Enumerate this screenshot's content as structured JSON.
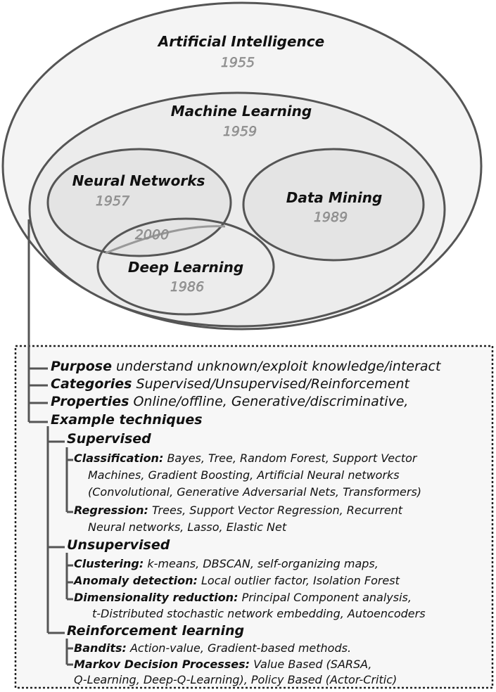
{
  "diagram": {
    "ellipses": [
      {
        "key": "ai",
        "label": "Artificial Intelligence",
        "year": "1955"
      },
      {
        "key": "ml",
        "label": "Machine Learning",
        "year": "1959"
      },
      {
        "key": "nn",
        "label": "Neural Networks",
        "year": "1957"
      },
      {
        "key": "dm",
        "label": "Data Mining",
        "year": "1989"
      },
      {
        "key": "dl",
        "label": "Deep Learning",
        "year": "1986"
      }
    ],
    "overlap_year": "2000"
  },
  "outline": {
    "purpose": {
      "label": "Purpose",
      "text": "understand unknown/exploit knowledge/interact"
    },
    "categories": {
      "label": "Categories",
      "text": "Supervised/Unsupervised/Reinforcement"
    },
    "properties": {
      "label": "Properties",
      "text": "Online/offline, Generative/discriminative,"
    },
    "example_techniques": "Example techniques",
    "supervised": {
      "label": "Supervised",
      "classification": {
        "label": "Classification:",
        "lines": [
          "Bayes, Tree, Random  Forest, Support Vector",
          "Machines,  Gradient Boosting, Artificial Neural networks",
          "(Convolutional, Generative Adversarial Nets, Transformers)"
        ]
      },
      "regression": {
        "label": "Regression:",
        "lines": [
          "Trees, Support Vector Regression, Recurrent",
          "Neural networks, Lasso, Elastic Net"
        ]
      }
    },
    "unsupervised": {
      "label": "Unsupervised",
      "clustering": {
        "label": "Clustering:",
        "text": "k-means, DBSCAN, self-organizing maps,"
      },
      "anomaly": {
        "label": "Anomaly detection:",
        "text": "Local outlier factor, Isolation Forest"
      },
      "dimred": {
        "label": "Dimensionality reduction:",
        "lines": [
          "Principal Component analysis,",
          "t-Distributed stochastic network embedding, Autoencoders"
        ]
      }
    },
    "reinforcement": {
      "label": "Reinforcement learning",
      "bandits": {
        "label": "Bandits:",
        "text": "Action-value, Gradient-based methods."
      },
      "mdp": {
        "label": "Markov Decision Processes:",
        "lines": [
          "Value Based (SARSA,",
          "Q-Learning, Deep-Q-Learning), Policy Based (Actor-Critic)"
        ]
      }
    }
  }
}
